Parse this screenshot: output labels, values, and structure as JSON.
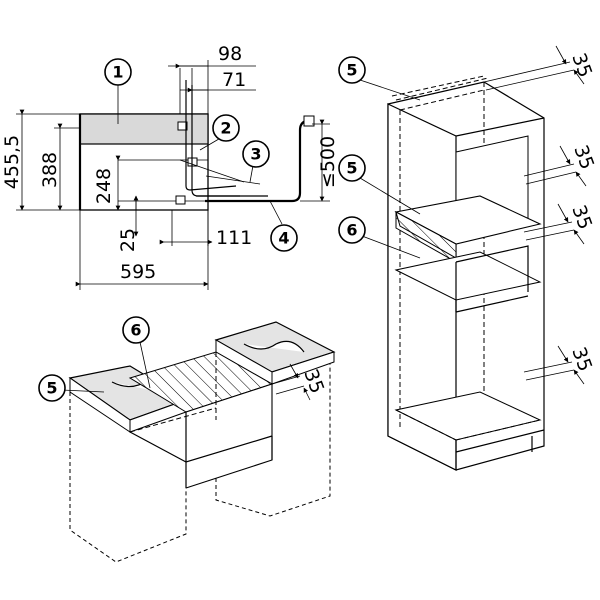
{
  "dimensions": {
    "d98": "98",
    "d71": "71",
    "d455_5": "455,5",
    "d388": "388",
    "d248": "248",
    "d25": "25",
    "d111": "111",
    "d595": "595",
    "d500": "≤500",
    "vent_top": "35",
    "vent_mid": "35",
    "vent_lower": "35",
    "vent_bottom": "35",
    "vent_base_unit": "35"
  },
  "callouts": {
    "c1": "1",
    "c2": "2",
    "c3": "3",
    "c4": "4",
    "c5_tall_top": "5",
    "c5_tall_mid": "5",
    "c6_tall": "6",
    "c6_base": "6",
    "c5_base": "5"
  }
}
